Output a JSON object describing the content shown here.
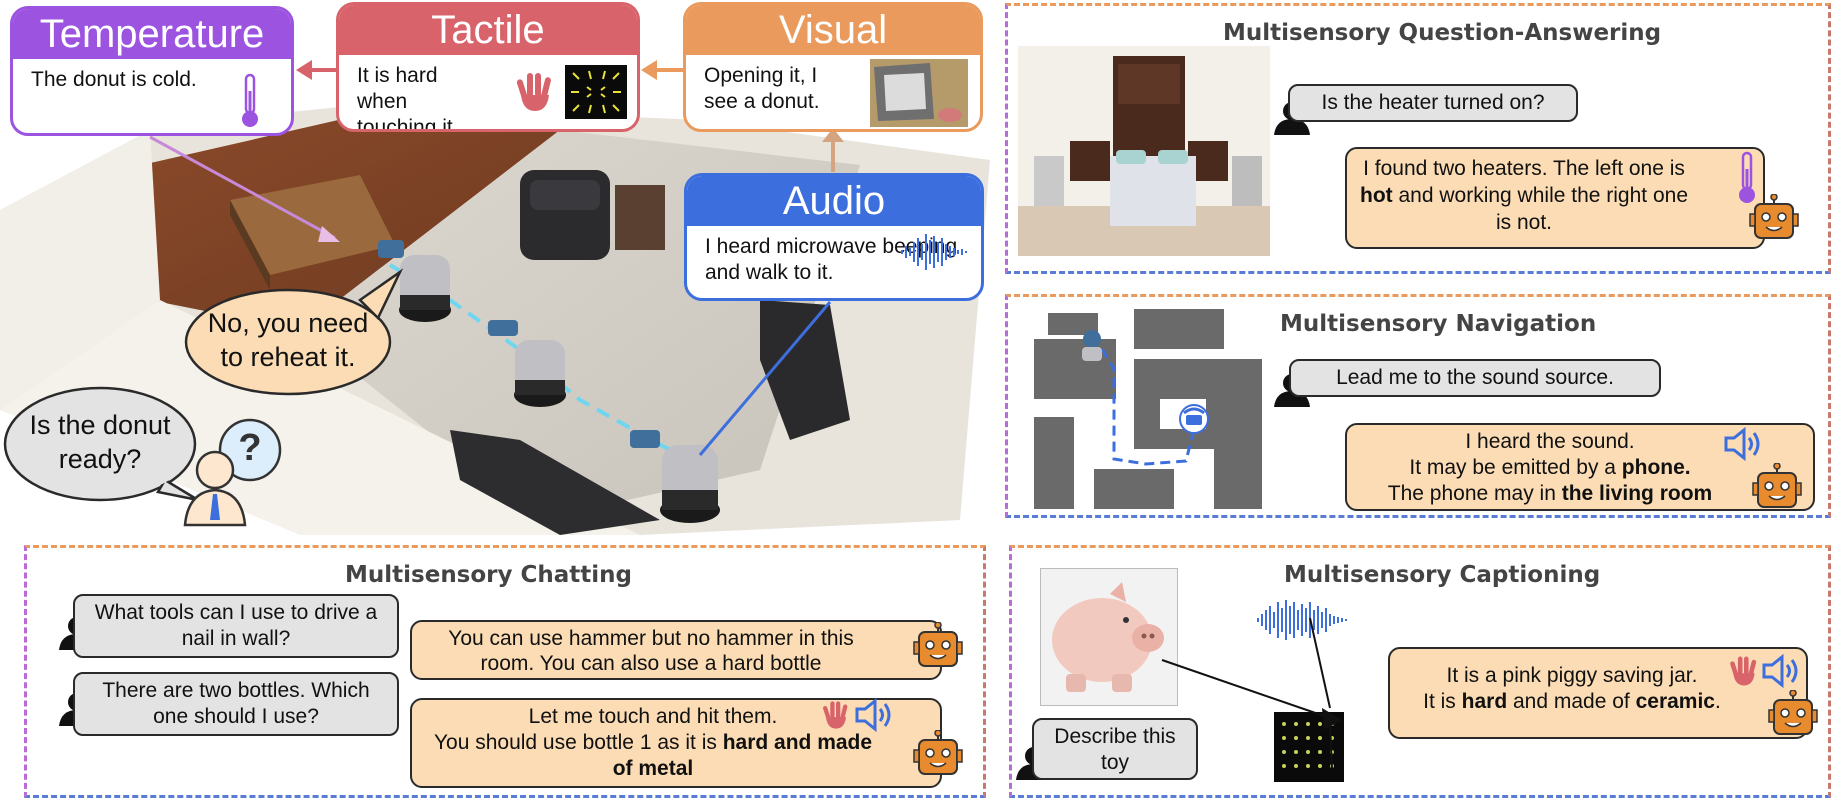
{
  "scene": {
    "temperature": {
      "title": "Temperature",
      "text": "The donut is cold."
    },
    "tactile": {
      "title": "Tactile",
      "text": "It is hard when touching it."
    },
    "visual": {
      "title": "Visual",
      "text": "Opening it, I see a donut."
    },
    "audio": {
      "title": "Audio",
      "text": "I heard microwave beeping and walk to it."
    },
    "robot_reply": "No, you need to reheat it.",
    "user_question": "Is the donut ready?",
    "thinking_mark": "?"
  },
  "qa": {
    "title": "Multisensory Question-Answering",
    "question": "Is the heater turned on?",
    "answer": {
      "part1": "I found two heaters. The left one is ",
      "bold1": "hot",
      "part2": " and working while the right one is not."
    }
  },
  "navigation": {
    "title": "Multisensory Navigation",
    "question": "Lead me to the sound source.",
    "answer": {
      "line1": "I heard the sound.",
      "line2_prefix": "It may be emitted by a ",
      "line2_bold": "phone.",
      "line3_prefix": "The phone may in ",
      "line3_bold": "the living room"
    }
  },
  "chatting": {
    "title": "Multisensory Chatting",
    "q1": "What tools can I use to drive a nail in wall?",
    "a1": "You can use hammer but no hammer in this room. You can also use a hard bottle",
    "q2": "There are two bottles. Which one should I use?",
    "a2": {
      "line1": "Let me touch and hit them.",
      "line2_prefix": "You should use bottle 1 as it is ",
      "line2_bold": "hard and made of metal"
    }
  },
  "captioning": {
    "title": "Multisensory Captioning",
    "question": "Describe this toy",
    "answer": {
      "line1": "It is a pink piggy saving jar.",
      "line2_prefix": "It is ",
      "line2_bold1": "hard",
      "line2_mid": " and made of ",
      "line2_bold2": "ceramic",
      "line2_end": "."
    }
  },
  "colors": {
    "temperature": "#9b53e0",
    "tactile": "#d8636a",
    "visual": "#e99a5c",
    "audio": "#3c6fdd",
    "bot_bubble": "#fbdcb4",
    "user_bubble": "#e3e3e3",
    "robot_icon": "#e88a2e"
  },
  "icons": [
    "thermometer-icon",
    "hand-icon",
    "waveform-icon",
    "speaker-icon",
    "robot-icon",
    "user-icon",
    "phone-icon"
  ]
}
